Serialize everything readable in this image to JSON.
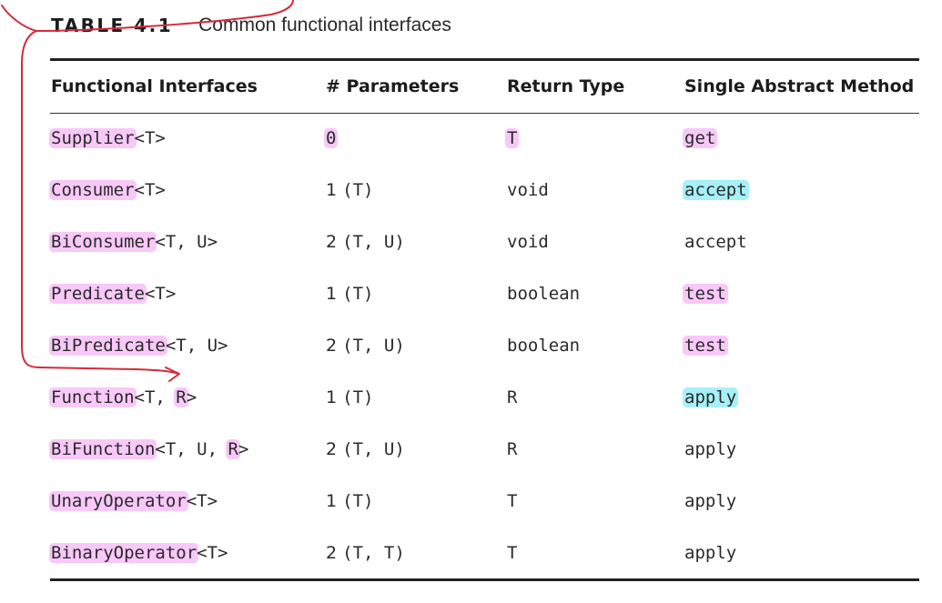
{
  "caption": {
    "label": "TABLE 4.1",
    "title": "Common functional interfaces"
  },
  "table": {
    "headers": [
      "Functional Interfaces",
      "# Parameters",
      "Return Type",
      "Single Abstract Method"
    ],
    "rows": [
      {
        "iface": "Supplier",
        "generic": "<T>",
        "param_count": "0",
        "param_types": "",
        "return_type": "T",
        "method": "get"
      },
      {
        "iface": "Consumer",
        "generic": "<T>",
        "param_count": "1",
        "param_types": "(T)",
        "return_type": "void",
        "method": "accept"
      },
      {
        "iface": "BiConsumer",
        "generic": "<T, U>",
        "param_count": "2",
        "param_types": "(T, U)",
        "return_type": "void",
        "method": "accept"
      },
      {
        "iface": "Predicate",
        "generic": "<T>",
        "param_count": "1",
        "param_types": "(T)",
        "return_type": "boolean",
        "method": "test"
      },
      {
        "iface": "BiPredicate",
        "generic": "<T, U>",
        "param_count": "2",
        "param_types": "(T, U)",
        "return_type": "boolean",
        "method": "test"
      },
      {
        "iface": "Function",
        "generic_open": "<T, ",
        "generic_r": "R",
        "generic_close": ">",
        "param_count": "1",
        "param_types": "(T)",
        "return_type": "R",
        "method": "apply"
      },
      {
        "iface": "BiFunction",
        "generic_open": "<T, U, ",
        "generic_r": "R",
        "generic_close": ">",
        "param_count": "2",
        "param_types": "(T, U)",
        "return_type": "R",
        "method": "apply"
      },
      {
        "iface": "UnaryOperator",
        "generic": "<T>",
        "param_count": "1",
        "param_types": "(T)",
        "return_type": "T",
        "method": "apply"
      },
      {
        "iface": "BinaryOperator",
        "generic": "<T>",
        "param_count": "2",
        "param_types": "(T, T)",
        "return_type": "T",
        "method": "apply"
      }
    ]
  },
  "highlight_colors": {
    "pink": "#f8c8f8",
    "cyan": "#a6f0f8",
    "ink": "#d42a3a"
  }
}
